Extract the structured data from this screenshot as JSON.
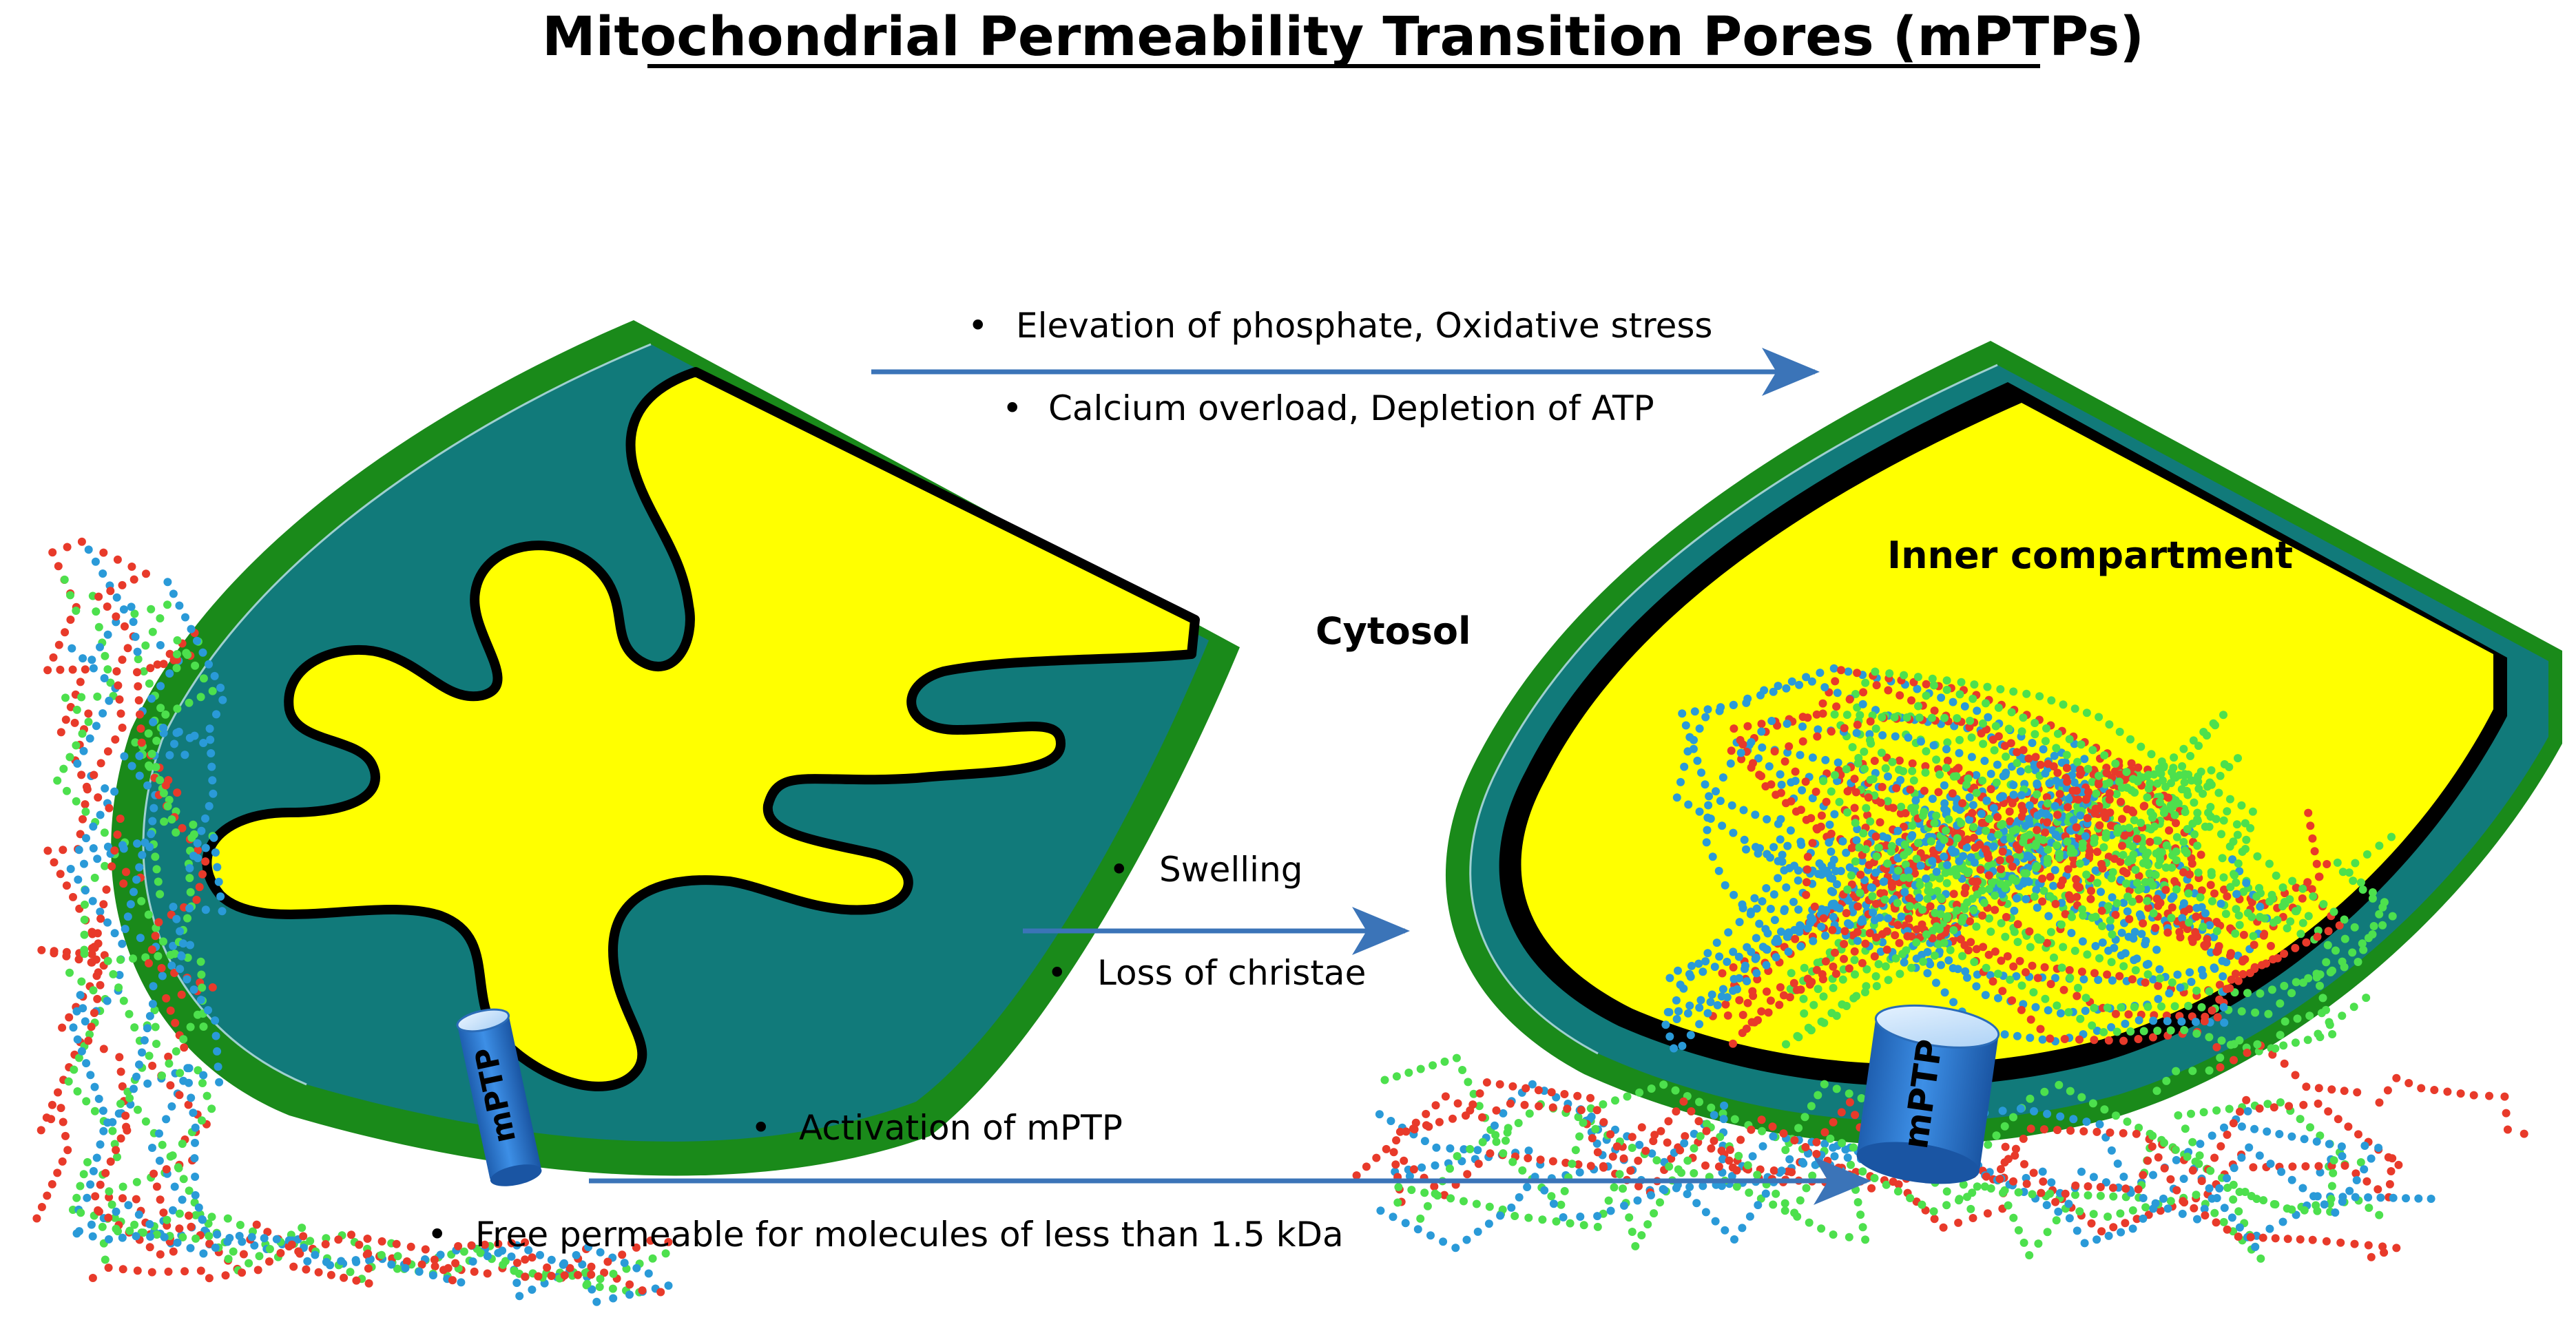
{
  "title": "Mitochondrial Permeability Transition Pores (mPTPs)",
  "colors": {
    "outer_membrane": "#1a8a1a",
    "intermembrane": "#117a7a",
    "matrix": "#ffff00",
    "inner_membrane": "#000000",
    "pore": "#2f7fd8",
    "arrow": "#3b74b8",
    "dots_red": "#e83a2a",
    "dots_green": "#4de04d",
    "dots_blue": "#2a9ad8"
  },
  "labels": {
    "cytosol": "Cytosol",
    "inner_compartment": "Inner compartment",
    "pore_label": "mPTP"
  },
  "transitions": {
    "top": {
      "line1": "Elevation of phosphate, Oxidative stress",
      "line2": "Calcium overload, Depletion of ATP"
    },
    "middle": {
      "line1": "Swelling",
      "line2": "Loss of christae"
    },
    "bottom": {
      "line1": "Activation of  mPTP",
      "line2": "Free permeable for molecules of less than 1.5 kDa"
    }
  },
  "bullet": "•"
}
